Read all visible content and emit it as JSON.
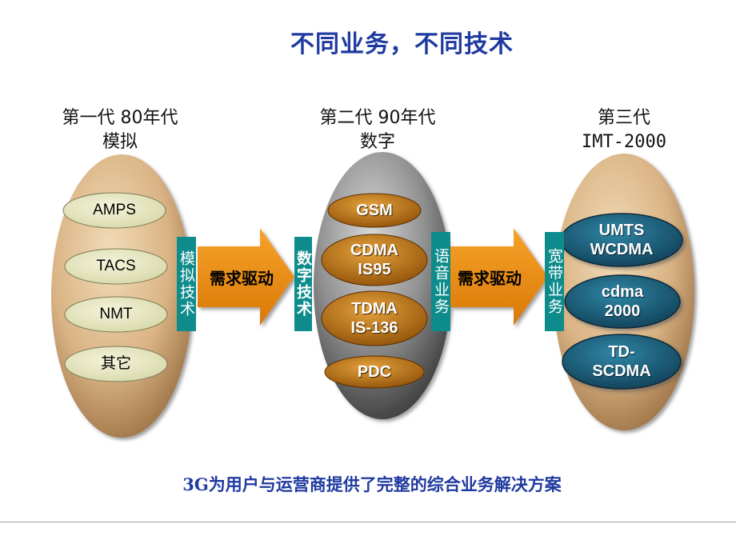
{
  "title": "不同业务，不同技术",
  "generations": [
    {
      "line1": "第一代  80年代",
      "line2": "模拟"
    },
    {
      "line1": "第二代 90年代",
      "line2": "数字"
    },
    {
      "line1": "第三代",
      "line2": "IMT-2000"
    }
  ],
  "gen1_items": [
    "AMPS",
    "TACS",
    "NMT",
    "其它"
  ],
  "gen2_items": [
    "GSM",
    "CDMA\nIS95",
    "TDMA\nIS-136",
    "PDC"
  ],
  "gen3_items": [
    "UMTS\nWCDMA",
    "cdma\n2000",
    "TD-\nSCDMA"
  ],
  "side_labels": {
    "analog_tech": "模拟技术",
    "digital_tech": "数字技术",
    "voice_service": "语音业务",
    "broadband_service": "宽带业务"
  },
  "arrows": [
    "需求驱动",
    "需求驱动"
  ],
  "footer": "3G为用户与运营商提供了完整的综合业务解决方案",
  "colors": {
    "title": "#1f3aa0",
    "teal_label": "#0e8c8c",
    "arrow": "#e8870a",
    "gen1_pill": "#e6e6bf",
    "gen2_pill": "#c97b12",
    "gen3_pill": "#1b5f7a"
  }
}
